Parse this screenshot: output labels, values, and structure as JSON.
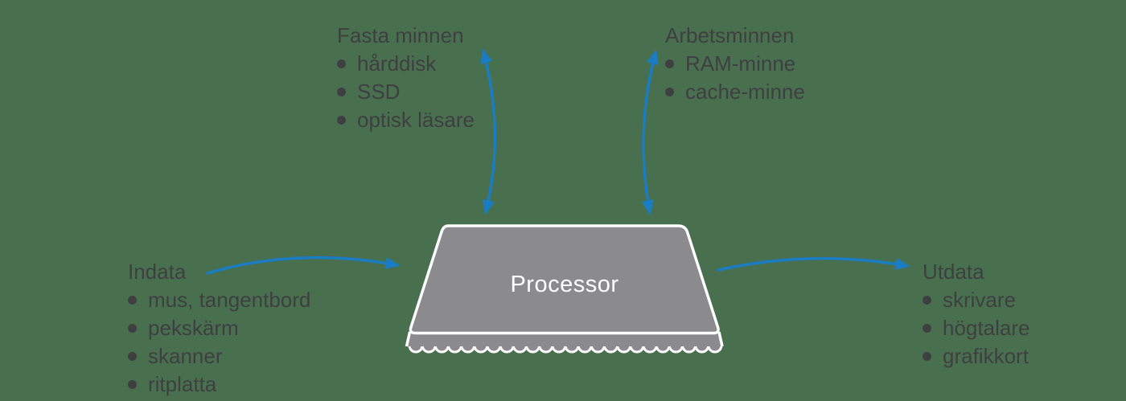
{
  "colors": {
    "background": "#48704F",
    "arrow_blue": "#1A7CC2",
    "text": "#3F3F41",
    "processor_fill": "#8B8B8D",
    "processor_outline": "#FFFFFF",
    "processor_label_color": "#FFFFFF"
  },
  "processor": {
    "label": "Processor"
  },
  "groups": {
    "fasta_minnen": {
      "title": "Fasta minnen",
      "items": [
        "hårddisk",
        "SSD",
        "optisk läsare"
      ]
    },
    "arbetsminnen": {
      "title": "Arbetsminnen",
      "items": [
        "RAM-minne",
        "cache-minne"
      ]
    },
    "indata": {
      "title": "Indata",
      "items": [
        "mus, tangentbord",
        "pekskärm",
        "skanner",
        "ritplatta"
      ]
    },
    "utdata": {
      "title": "Utdata",
      "items": [
        "skrivare",
        "högtalare",
        "grafikkort"
      ]
    }
  },
  "arrows": [
    {
      "name": "fasta-minnen-processor",
      "direction": "bidirectional"
    },
    {
      "name": "arbetsminnen-processor",
      "direction": "bidirectional"
    },
    {
      "name": "indata-to-processor",
      "direction": "to-processor"
    },
    {
      "name": "processor-to-utdata",
      "direction": "to-utdata"
    }
  ]
}
